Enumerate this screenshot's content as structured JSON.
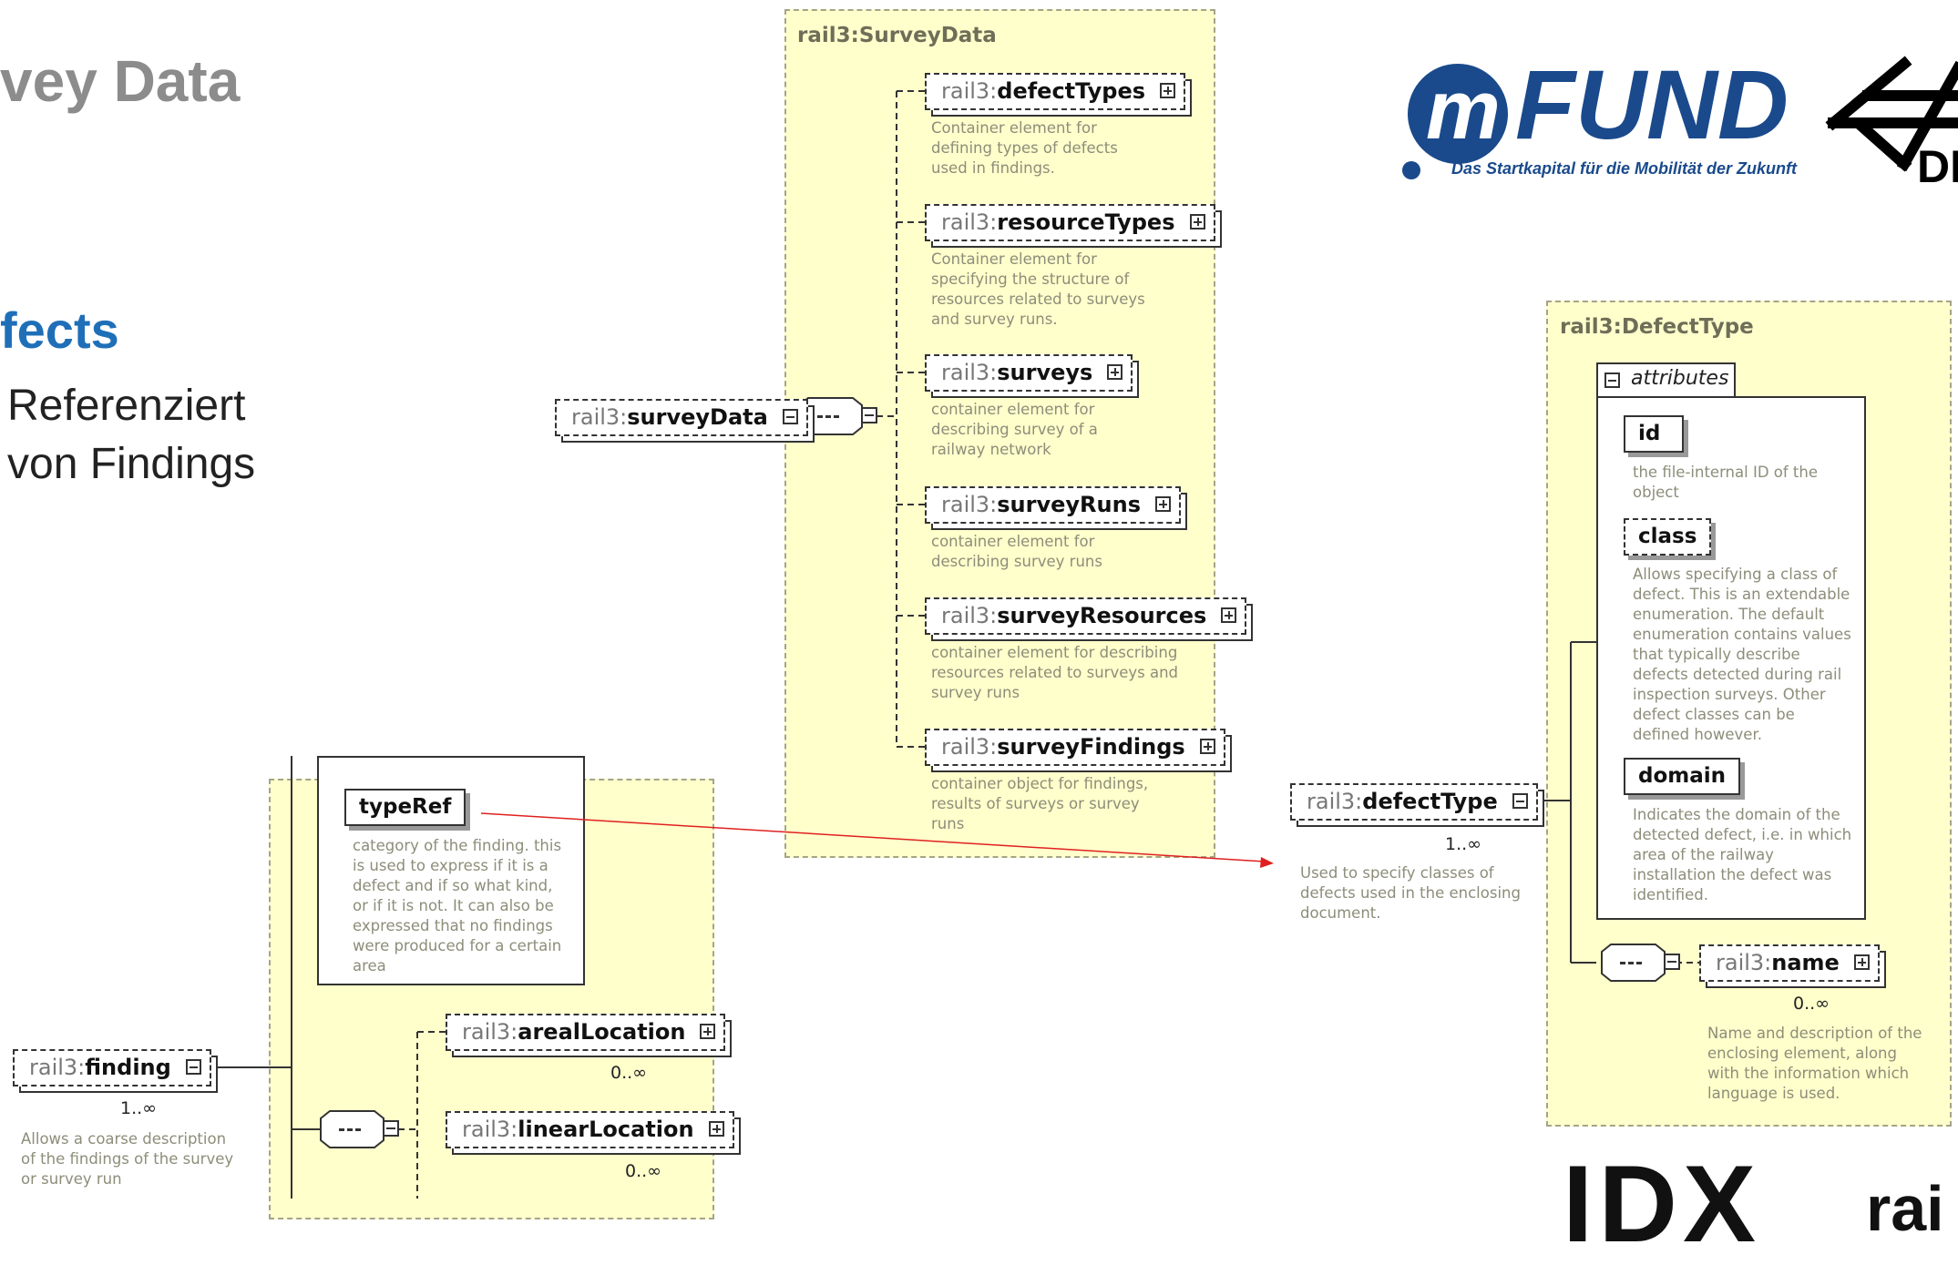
{
  "slide": {
    "title": "vey Data",
    "section": "fects",
    "bullets": [
      "Referenziert",
      "von Findings"
    ]
  },
  "logos": {
    "mfund_name": "FUND",
    "mfund_letter": "m",
    "mfund_tagline": "Das Startkapital für die Mobilität der Zukunft",
    "dlr_text": "DL",
    "bottom_text": "IDX",
    "bottom_suffix": "rai"
  },
  "survey_data": {
    "title": "rail3:SurveyData",
    "root": {
      "ns": "rail3:",
      "name": "surveyData"
    },
    "children": [
      {
        "ns": "rail3:",
        "name": "defectTypes",
        "desc": "Container element for defining types of defects used in findings."
      },
      {
        "ns": "rail3:",
        "name": "resourceTypes",
        "desc": "Container element for specifying the structure of resources related to surveys and survey runs."
      },
      {
        "ns": "rail3:",
        "name": "surveys",
        "desc": "container element for describing survey of a railway network"
      },
      {
        "ns": "rail3:",
        "name": "surveyRuns",
        "desc": "container element for describing survey runs"
      },
      {
        "ns": "rail3:",
        "name": "surveyResources",
        "desc": "container element for describing resources related to surveys and survey runs"
      },
      {
        "ns": "rail3:",
        "name": "surveyFindings",
        "desc": "container object for findings, results of surveys or survey runs"
      }
    ]
  },
  "finding": {
    "element": {
      "ns": "rail3:",
      "name": "finding",
      "card": "1..∞",
      "desc": "Allows a coarse description of the findings of the survey or survey run"
    },
    "typeref": {
      "name": "typeRef",
      "desc": "category of the finding. this is used to express if it is a defect and if so what kind, or if it is not. It can also be expressed that no findings were produced for a certain area"
    },
    "children": [
      {
        "ns": "rail3:",
        "name": "arealLocation",
        "card": "0..∞"
      },
      {
        "ns": "rail3:",
        "name": "linearLocation",
        "card": "0..∞"
      }
    ]
  },
  "defect_type": {
    "title": "rail3:DefectType",
    "element": {
      "ns": "rail3:",
      "name": "defectType",
      "card": "1..∞",
      "desc": "Used to specify classes of defects used in the enclosing document."
    },
    "attributes_label": "attributes",
    "attributes": [
      {
        "name": "id",
        "desc": "the file-internal ID of the object"
      },
      {
        "name": "class",
        "desc": "Allows specifying a class of defect. This is an extendable enumeration. The default enumeration contains values that typically describe defects detected during rail inspection surveys. Other defect classes can be defined however."
      },
      {
        "name": "domain",
        "desc": "Indicates the domain of the detected defect, i.e. in which area of the railway installation the defect was identified."
      }
    ],
    "name_element": {
      "ns": "rail3:",
      "name": "name",
      "card": "0..∞",
      "desc": "Name and description of the enclosing element, along with the information which language is used."
    }
  },
  "colors": {
    "container_fill": "#ffffcc",
    "section_blue": "#1f6fb8",
    "arrow": "#e02020",
    "mfund_blue": "#1a4a8c"
  }
}
